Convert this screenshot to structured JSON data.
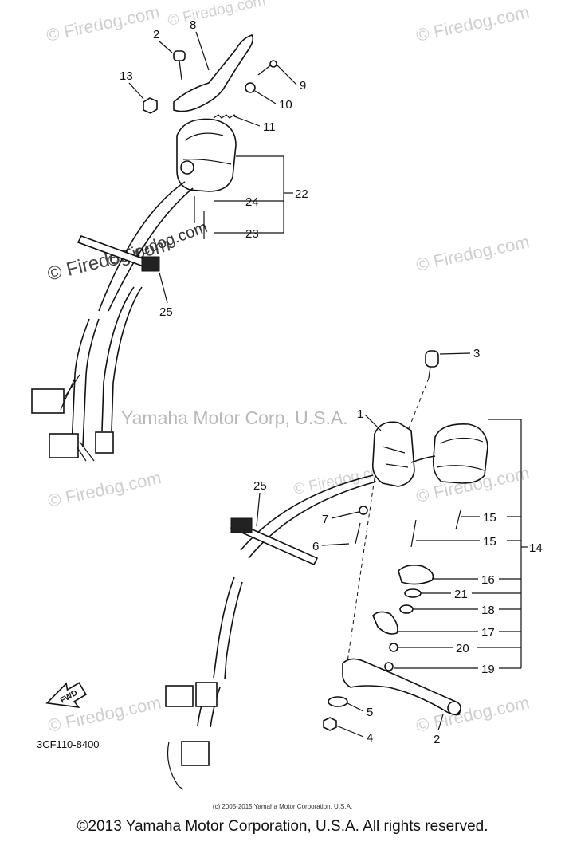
{
  "watermarks": [
    "© Firedog.com",
    "© Firedog.com",
    "© Firedog.com",
    "© Firedog.com",
    "© Firedog.com",
    "© Firedog.com",
    "© Firedog.com",
    "© Firedog.com",
    "© Firedog.com",
    "© Firedog.com",
    "© Firedog.com"
  ],
  "center_watermark": "Yamaha Motor Corp, U.S.A.",
  "callouts": [
    "2",
    "8",
    "13",
    "9",
    "10",
    "11",
    "24",
    "22",
    "23",
    "25",
    "3",
    "1",
    "25",
    "7",
    "6",
    "15",
    "15",
    "14",
    "16",
    "21",
    "18",
    "17",
    "20",
    "19",
    "5",
    "4",
    "2"
  ],
  "fwd_label": "FWD",
  "diagram_code": "3CF110-8400",
  "small_credit": "(c) 2005-2015 Yamaha Motor Corporation, U.S.A.",
  "copyright": "©2013 Yamaha Motor Corporation, U.S.A. All rights reserved."
}
